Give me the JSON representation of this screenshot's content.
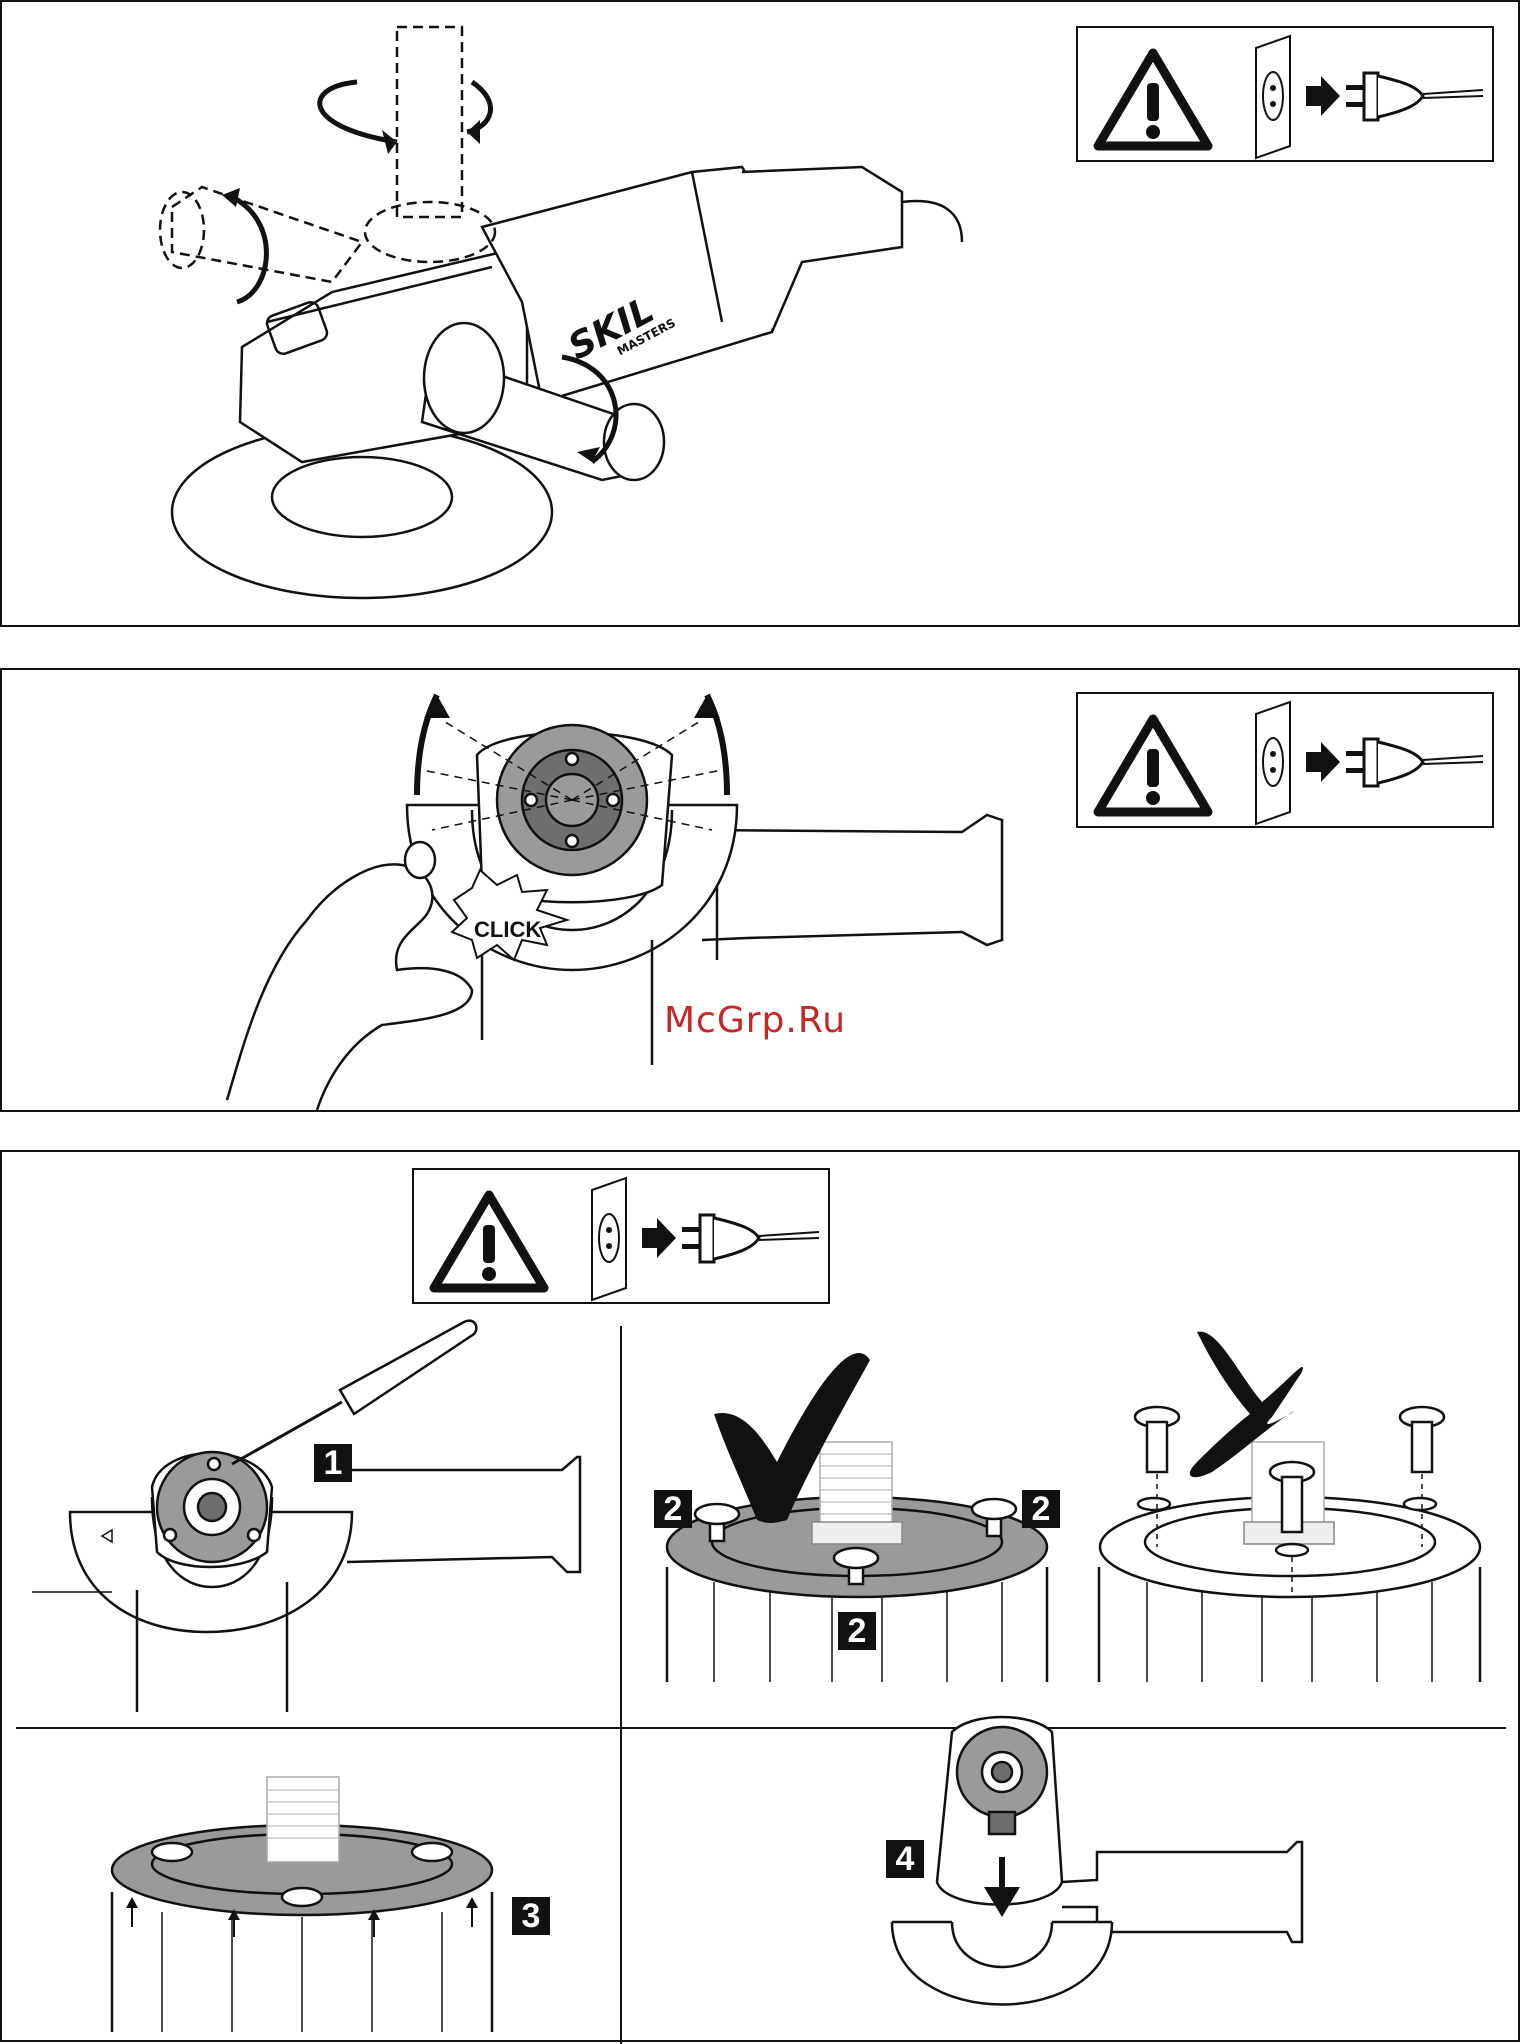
{
  "brand": {
    "name": "SKIL",
    "sub": "MASTERS"
  },
  "labels": {
    "click": "CLICK"
  },
  "watermark": "McGrp.Ru",
  "steps": {
    "s1": "1",
    "s2a": "2",
    "s2b": "2",
    "s2c": "2",
    "s3": "3",
    "s4": "4"
  },
  "icons": {
    "warning": "warning-triangle-icon",
    "unplug": "unplug-icon",
    "ok": "check-mark-icon",
    "wrong": "cross-mark-icon"
  },
  "colors": {
    "ink": "#111111",
    "watermark": "#c62828",
    "gray": "#9a9a9a",
    "dark_gray": "#6e6e6e"
  }
}
